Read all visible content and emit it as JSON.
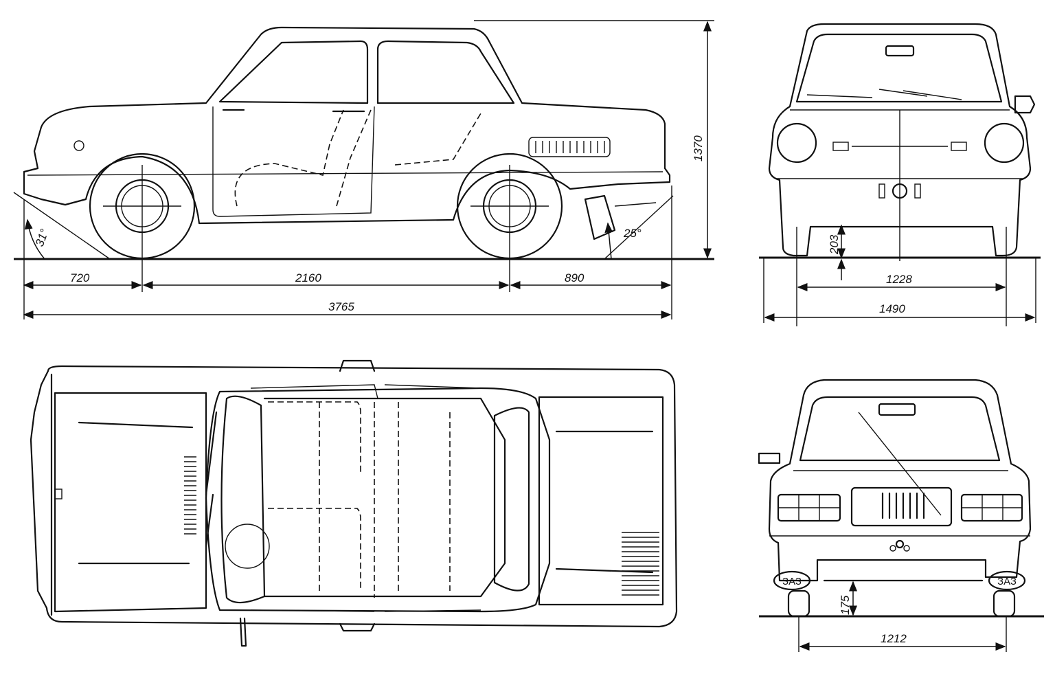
{
  "side_view": {
    "height": "1370",
    "front_overhang": "720",
    "wheelbase": "2160",
    "rear_overhang": "890",
    "overall_length": "3765",
    "approach_angle": "31°",
    "departure_angle": "25°"
  },
  "front_view": {
    "ground_clearance": "203",
    "front_track": "1228",
    "overall_width": "1490"
  },
  "rear_view": {
    "ground_clearance": "175",
    "rear_track": "1212",
    "mudflap_left": "ЗАЗ",
    "mudflap_right": "ЗАЗ"
  }
}
